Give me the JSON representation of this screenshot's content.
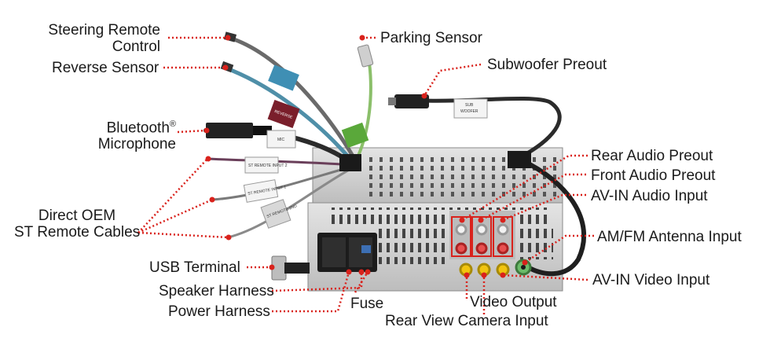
{
  "colors": {
    "accent": "#d9221c",
    "chassis": "#cfcfcf",
    "harness_green": "#5aa83a",
    "label_blue": "#3f8fb4",
    "label_maroon": "#7a1f2b"
  },
  "labels": {
    "steering_line1": "Steering Remote",
    "steering_line2": "Control",
    "reverse_sensor": "Reverse Sensor",
    "bluetooth_line1": "Bluetooth",
    "bluetooth_reg": "®",
    "bluetooth_line2": "Microphone",
    "direct_oem_line1": "Direct OEM",
    "direct_oem_line2": "ST Remote Cables",
    "usb_terminal": "USB Terminal",
    "speaker_harness": "Speaker Harness",
    "power_harness": "Power Harness",
    "fuse": "Fuse",
    "parking_sensor": "Parking Sensor",
    "subwoofer_preout": "Subwoofer Preout",
    "rear_audio_preout": "Rear Audio Preout",
    "front_audio_preout": "Front Audio Preout",
    "av_in_audio_input": "AV-IN Audio Input",
    "am_fm_antenna_input": "AM/FM Antenna Input",
    "av_in_video_input": "AV-IN Video Input",
    "video_output": "Video Output",
    "rear_view_camera_input": "Rear View Camera Input"
  },
  "cable_tags": {
    "sub_line1": "SUB",
    "sub_line2": "WOOFER",
    "mic": "MIC",
    "reverse": "REVERSE",
    "st_input_2": "ST REMOTE INPUT 2",
    "st_input_1": "ST REMOTE INPUT 1",
    "st_remote_2nd": "ST REMOTE 2ND"
  }
}
